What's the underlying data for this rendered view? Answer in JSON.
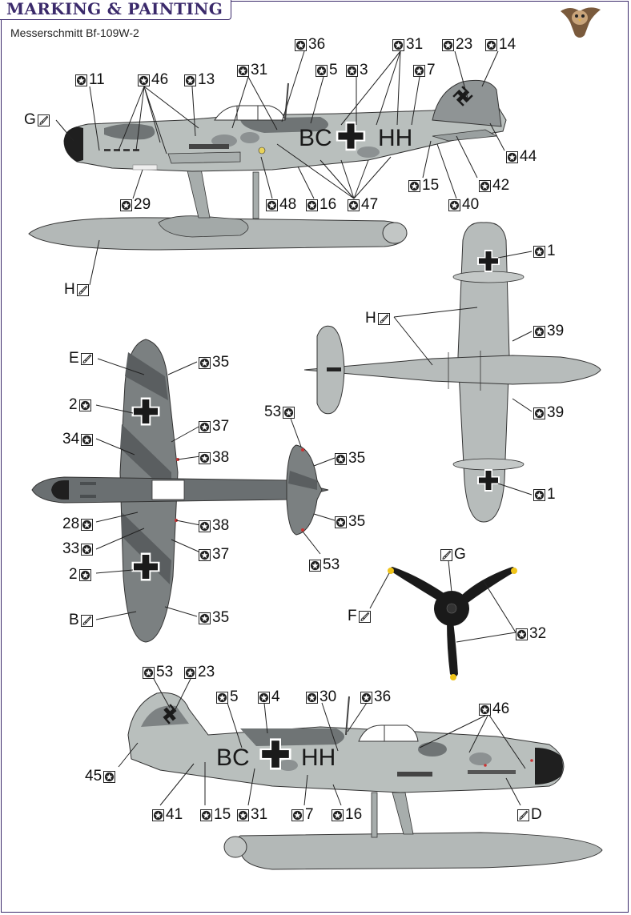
{
  "header": {
    "title": "MARKING & PAINTING",
    "subtitle": "Messerschmitt Bf-109W-2"
  },
  "colors": {
    "frame": "#3b2a6b",
    "light_grey": "#b7bdbb",
    "mid_grey": "#8e9394",
    "dark_grey": "#555a5c",
    "black": "#1a1a1a"
  },
  "icons": {
    "decal": "decal-icon",
    "paint": "brush-icon",
    "logo": "owl-icon"
  },
  "fuselage_markings": {
    "code_left": "BC",
    "code_right": "HH"
  },
  "callouts": [
    {
      "text": "11",
      "icon": "decal"
    },
    {
      "text": "46",
      "icon": "decal"
    },
    {
      "text": "13",
      "icon": "decal"
    },
    {
      "text": "31",
      "icon": "decal"
    },
    {
      "text": "36",
      "icon": "decal"
    },
    {
      "text": "5",
      "icon": "decal"
    },
    {
      "text": "3",
      "icon": "decal"
    },
    {
      "text": "31",
      "icon": "decal"
    },
    {
      "text": "7",
      "icon": "decal"
    },
    {
      "text": "23",
      "icon": "decal"
    },
    {
      "text": "14",
      "icon": "decal"
    },
    {
      "text": "G",
      "icon": "paint"
    },
    {
      "text": "44",
      "icon": "decal"
    },
    {
      "text": "42",
      "icon": "decal"
    },
    {
      "text": "15",
      "icon": "decal"
    },
    {
      "text": "40",
      "icon": "decal"
    },
    {
      "text": "29",
      "icon": "decal"
    },
    {
      "text": "48",
      "icon": "decal"
    },
    {
      "text": "16",
      "icon": "decal"
    },
    {
      "text": "47",
      "icon": "decal"
    },
    {
      "text": "H",
      "icon": "paint"
    },
    {
      "text": "1",
      "icon": "decal"
    },
    {
      "text": "H",
      "icon": "paint"
    },
    {
      "text": "39",
      "icon": "decal"
    },
    {
      "text": "39",
      "icon": "decal"
    },
    {
      "text": "1",
      "icon": "decal"
    },
    {
      "text": "E",
      "icon": "paint"
    },
    {
      "text": "35",
      "icon": "decal"
    },
    {
      "text": "2",
      "icon": "decal"
    },
    {
      "text": "37",
      "icon": "decal"
    },
    {
      "text": "34",
      "icon": "decal"
    },
    {
      "text": "38",
      "icon": "decal"
    },
    {
      "text": "53",
      "icon": "decal"
    },
    {
      "text": "35",
      "icon": "decal"
    },
    {
      "text": "28",
      "icon": "decal"
    },
    {
      "text": "38",
      "icon": "decal"
    },
    {
      "text": "35",
      "icon": "decal"
    },
    {
      "text": "33",
      "icon": "decal"
    },
    {
      "text": "37",
      "icon": "decal"
    },
    {
      "text": "53",
      "icon": "decal"
    },
    {
      "text": "2",
      "icon": "decal"
    },
    {
      "text": "G",
      "icon": "paint"
    },
    {
      "text": "F",
      "icon": "paint"
    },
    {
      "text": "32",
      "icon": "decal"
    },
    {
      "text": "B",
      "icon": "paint"
    },
    {
      "text": "35",
      "icon": "decal"
    },
    {
      "text": "53",
      "icon": "decal"
    },
    {
      "text": "23",
      "icon": "decal"
    },
    {
      "text": "5",
      "icon": "decal"
    },
    {
      "text": "4",
      "icon": "decal"
    },
    {
      "text": "30",
      "icon": "decal"
    },
    {
      "text": "36",
      "icon": "decal"
    },
    {
      "text": "46",
      "icon": "decal"
    },
    {
      "text": "45",
      "icon": "decal"
    },
    {
      "text": "41",
      "icon": "decal"
    },
    {
      "text": "15",
      "icon": "decal"
    },
    {
      "text": "31",
      "icon": "decal"
    },
    {
      "text": "7",
      "icon": "decal"
    },
    {
      "text": "16",
      "icon": "decal"
    },
    {
      "text": "D",
      "icon": "paint"
    }
  ]
}
